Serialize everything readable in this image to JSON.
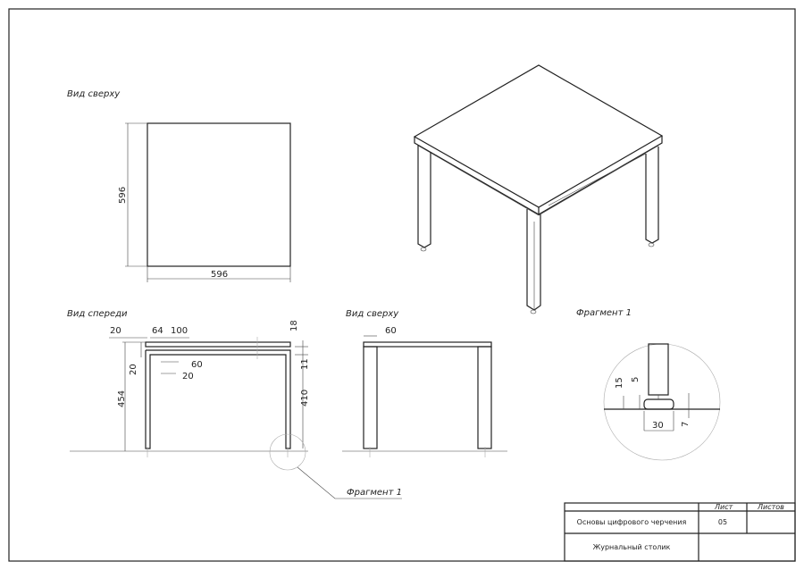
{
  "views": {
    "top_view_label": "Вид сверху",
    "front_view_label": "Вид спереди",
    "side_view_label": "Вид сверху",
    "fragment_label": "Фрагмент 1",
    "fragment_callout": "Фрагмент 1"
  },
  "dimensions": {
    "top_width": "596",
    "top_depth": "596",
    "front": [
      "20",
      "64",
      "100",
      "60",
      "20",
      "20",
      "454",
      "18",
      "11",
      "410"
    ],
    "side": [
      "60"
    ],
    "fragment": [
      "15",
      "5",
      "30",
      "7"
    ]
  },
  "title_block": {
    "sheet_header": "Лист",
    "sheets_header": "Листов",
    "course": "Основы цифрового черчения",
    "sheet_number": "05",
    "drawing_title": "Журнальный столик"
  }
}
